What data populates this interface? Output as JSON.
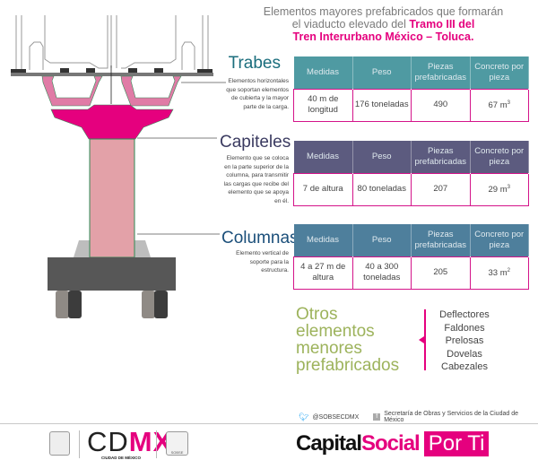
{
  "title": {
    "line1": "Elementos mayores prefabricados que formarán",
    "line2_plain": "el viaducto elevado del ",
    "line2_highlight": "Tramo III del",
    "line3": "Tren Interurbano México – Toluca."
  },
  "headers": [
    "Medidas",
    "Peso",
    "Piezas prefabricadas",
    "Concreto por pieza"
  ],
  "sections": [
    {
      "name": "Trabes",
      "description": "Elementos horizontales que soportan elementos de cubierta y la mayor parte de la carga.",
      "color": "#1b6e7d",
      "header_color": "#4f9aa2",
      "values": [
        "40 m de longitud",
        "176 toneladas",
        "490",
        "67 m"
      ],
      "unit_sup": "3"
    },
    {
      "name": "Capiteles",
      "description": "Elemento que se coloca en la parte superior de la columna, para transmitir las cargas que recibe del elemento que se apoya en él.",
      "color": "#3a3a60",
      "header_color": "#5c5b7f",
      "values": [
        "7 de altura",
        "80 toneladas",
        "207",
        "29 m"
      ],
      "unit_sup": "3"
    },
    {
      "name": "Columnas",
      "description": "Elemento vertical de soporte para la estructura.",
      "color": "#1b4f7a",
      "header_color": "#4e7f9c",
      "values": [
        "4 a 27 m de altura",
        "40 a 300 toneladas",
        "205",
        "33 m"
      ],
      "unit_sup": "2"
    }
  ],
  "otros": {
    "title": "Otros elementos menores prefabricados",
    "items": [
      "Deflectores",
      "Faldones",
      "Prelosas",
      "Dovelas",
      "Cabezales"
    ]
  },
  "footer": {
    "twitter": "@SOBSECDMX",
    "facebook": "Secretaría de Obras y Servicios de la Ciudad de México",
    "cdmx_a": "CD",
    "cdmx_b": "MX",
    "cdmx_sub": "CIUDAD DE MÉXICO",
    "sobse": "SOBSE",
    "brand_a": "Capital",
    "brand_b": "Social",
    "brand_c": "Por Ti"
  },
  "accent": "#e5007e"
}
